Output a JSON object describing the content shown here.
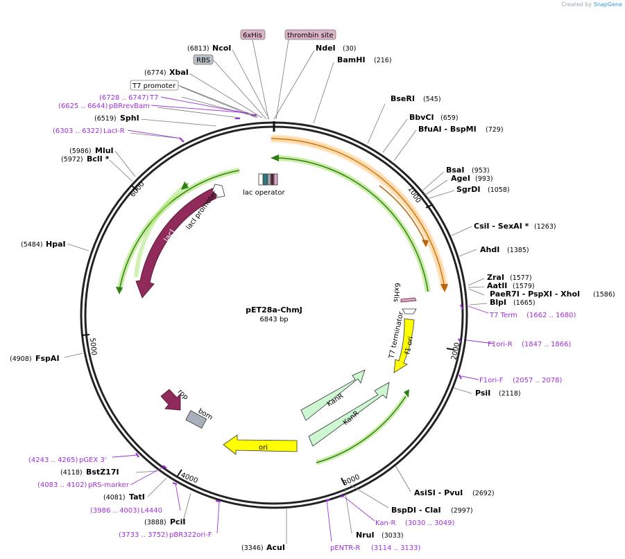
{
  "credit": {
    "created_by": "Created by",
    "brand": "SnapGene"
  },
  "plasmid": {
    "name": "pET28a-ChmJ",
    "length": "6843 bp"
  },
  "tick_labels": [
    "1000",
    "2000",
    "3000",
    "4000",
    "5000",
    "6000"
  ],
  "tags": [
    {
      "text": "6xHis",
      "color": "#dcb3c8"
    },
    {
      "text": "thrombin site",
      "color": "#dcb3c8"
    },
    {
      "text": "RBS",
      "color": "#b9c0c9"
    },
    {
      "text": "T7 promoter",
      "color": "#ffffff"
    }
  ],
  "enzymes": [
    {
      "name": "NcoI",
      "pos": "(6813)"
    },
    {
      "name": "NdeI",
      "pos": "(30)"
    },
    {
      "name": "BamHI",
      "pos": "(216)"
    },
    {
      "name": "XbaI",
      "pos": "(6774)"
    },
    {
      "name": "SphI",
      "pos": "(6519)"
    },
    {
      "name": "MluI",
      "pos": "(5986)"
    },
    {
      "name": "BclI *",
      "pos": "(5972)"
    },
    {
      "name": "HpaI",
      "pos": "(5484)"
    },
    {
      "name": "FspAI",
      "pos": "(4908)"
    },
    {
      "name": "BstZ17I",
      "pos": "(4118)"
    },
    {
      "name": "TatI",
      "pos": "(4081)"
    },
    {
      "name": "PciI",
      "pos": "(3888)"
    },
    {
      "name": "AcuI",
      "pos": "(3346)"
    },
    {
      "name": "NruI",
      "pos": "(3033)"
    },
    {
      "name": "BspDI - ClaI",
      "pos": "(2997)"
    },
    {
      "name": "AsiSI - PvuI",
      "pos": "(2692)"
    },
    {
      "name": "PsiI",
      "pos": "(2118)"
    },
    {
      "name": "BlpI",
      "pos": "(1665)"
    },
    {
      "name": "PaeR7I - PspXI - XhoI",
      "pos": "(1586)"
    },
    {
      "name": "AatII",
      "pos": "(1579)"
    },
    {
      "name": "ZraI",
      "pos": "(1577)"
    },
    {
      "name": "AhdI",
      "pos": "(1385)"
    },
    {
      "name": "CsiI - SexAI *",
      "pos": "(1263)"
    },
    {
      "name": "SgrDI",
      "pos": "(1058)"
    },
    {
      "name": "AgeI",
      "pos": "(993)"
    },
    {
      "name": "BsaI",
      "pos": "(953)"
    },
    {
      "name": "BfuAI - BspMI",
      "pos": "(729)"
    },
    {
      "name": "BbvCI",
      "pos": "(659)"
    },
    {
      "name": "BseRI",
      "pos": "(545)"
    }
  ],
  "primers": [
    {
      "name": "T7",
      "range": "(6728 .. 6747)"
    },
    {
      "name": "pBRrevBam",
      "range": "(6625 .. 6644)"
    },
    {
      "name": "LacI-R",
      "range": "(6303 .. 6322)"
    },
    {
      "name": "T7 Term",
      "range": "(1662 .. 1680)"
    },
    {
      "name": "F1ori-R",
      "range": "(1847 .. 1866)"
    },
    {
      "name": "F1ori-F",
      "range": "(2057 .. 2078)"
    },
    {
      "name": "Kan-R",
      "range": "(3030 .. 3049)"
    },
    {
      "name": "pENTR-R",
      "range": "(3114 .. 3133)"
    },
    {
      "name": "pBR322ori-F",
      "range": "(3733 .. 3752)"
    },
    {
      "name": "L4440",
      "range": "(3986 .. 4003)"
    },
    {
      "name": "pRS-marker",
      "range": "(4083 .. 4102)"
    },
    {
      "name": "pGEX 3'",
      "range": "(4243 .. 4265)"
    }
  ],
  "features": [
    "lac operator",
    "lacI",
    "lacI promoter",
    "6xHis",
    "T7 terminator",
    "f1 ori",
    "KanR",
    "KanR",
    "ori",
    "rop",
    "bom"
  ],
  "colors": {
    "primer": "#9d2fd9",
    "orf_outline": "#a8e36a",
    "lacI": "#8f2a5b",
    "ori": "#ffff00",
    "kanr": "#ccf7d1",
    "orange": "#ffc781"
  }
}
